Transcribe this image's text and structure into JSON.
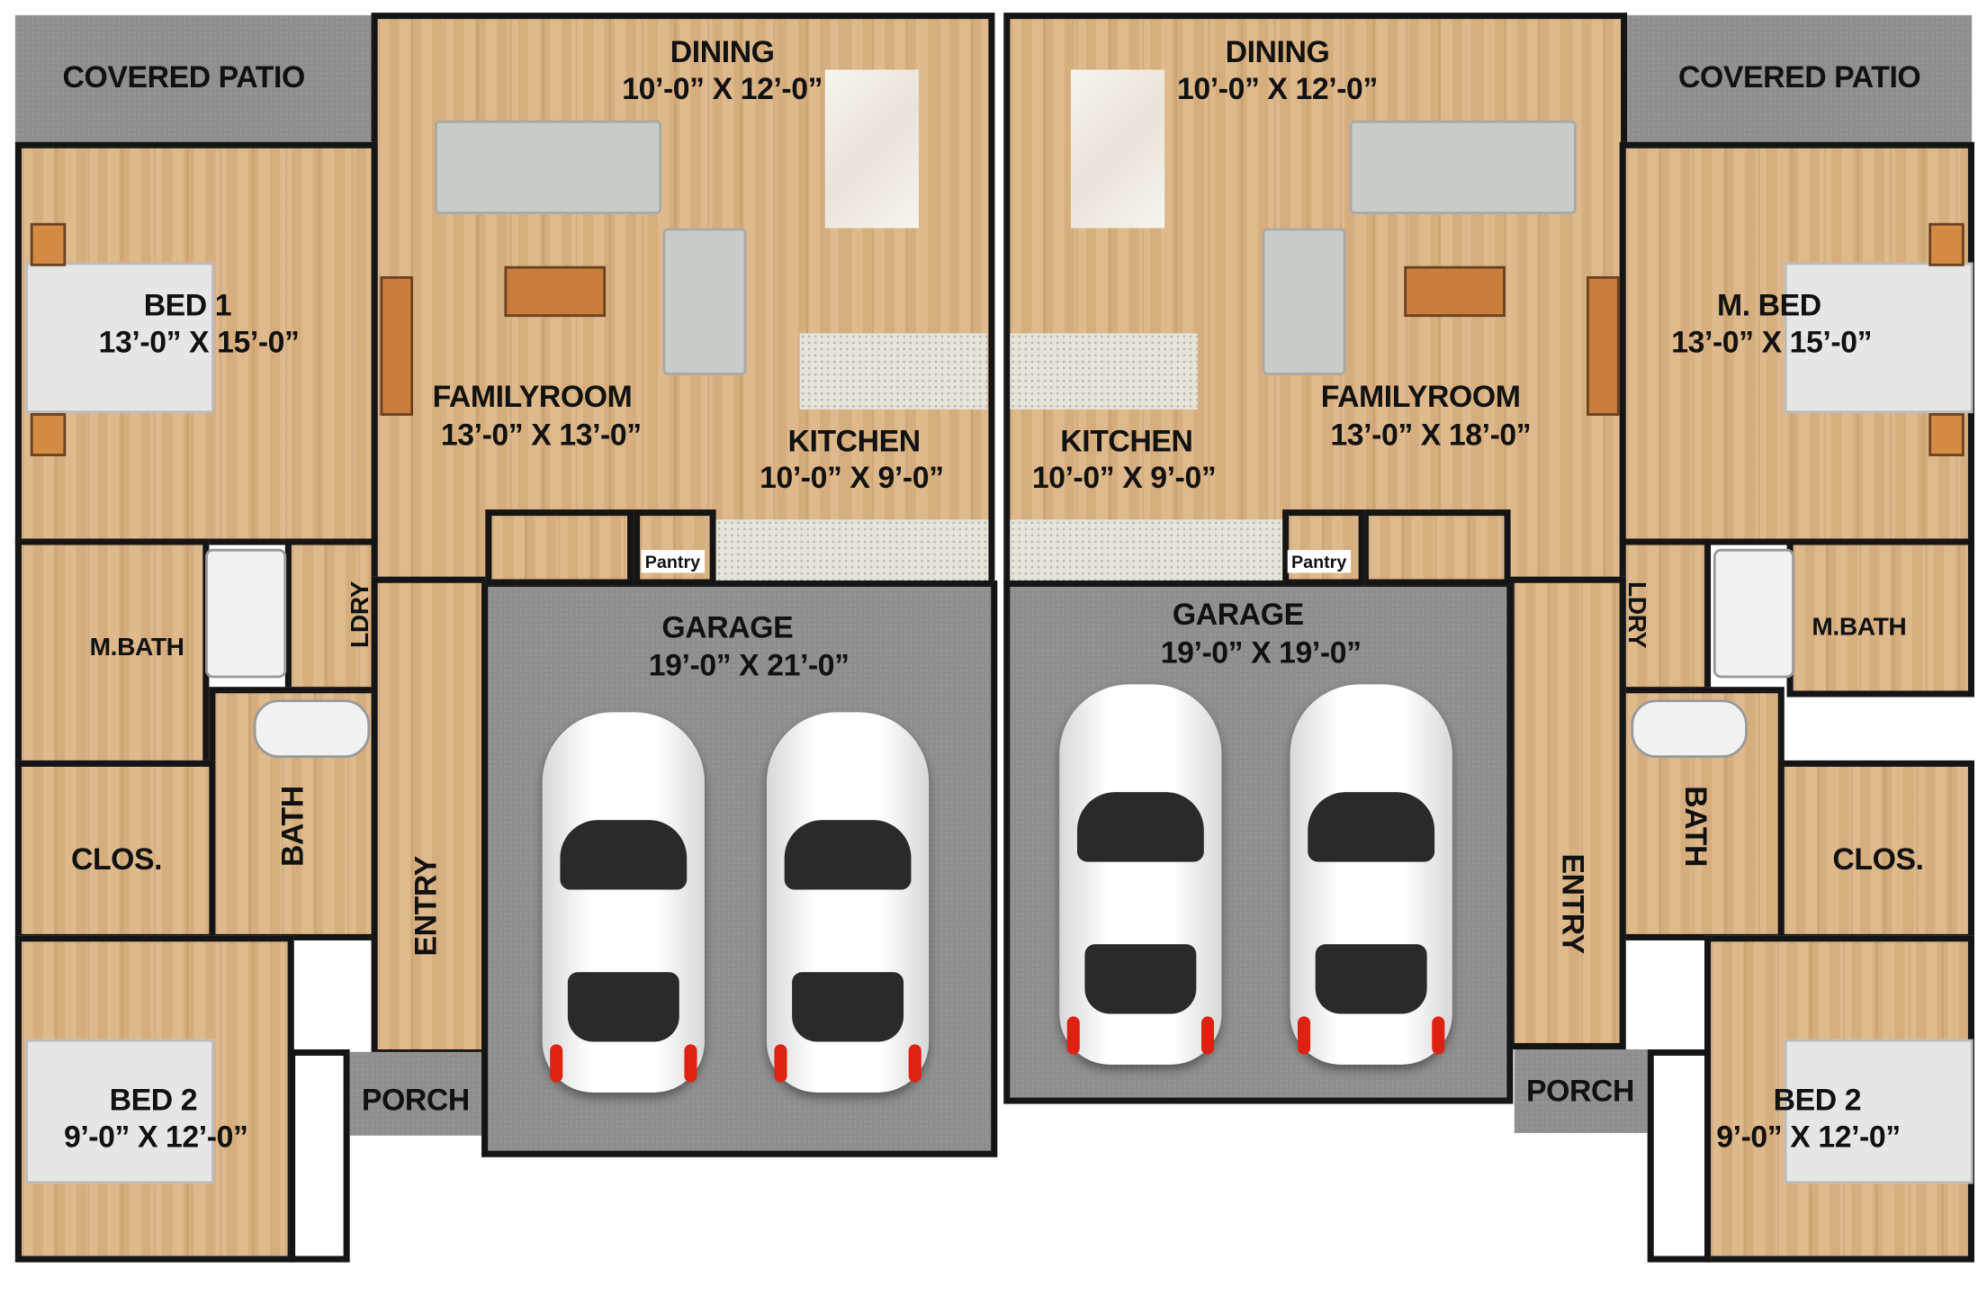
{
  "left_unit": {
    "covered_patio": "COVERED PATIO",
    "dining": {
      "name": "DINING",
      "dims": "10’-0” X 12’-0”"
    },
    "bed1": {
      "name": "BED 1",
      "dims": "13’-0” X 15’-0”"
    },
    "familyroom": {
      "name": "FAMILYROOM",
      "dims": "13’-0” X 13’-0”"
    },
    "kitchen": {
      "name": "KITCHEN",
      "dims": "10’-0” X 9’-0”"
    },
    "garage": {
      "name": "GARAGE",
      "dims": "19’-0” X 21’-0”"
    },
    "pantry": "Pantry",
    "mbath": "M.BATH",
    "ldry": "LDRY",
    "clos": "CLOS.",
    "bath": "BATH",
    "entry": "ENTRY",
    "bed2": {
      "name": "BED 2",
      "dims": "9’-0” X 12’-0”"
    },
    "porch": "PORCH"
  },
  "right_unit": {
    "covered_patio": "COVERED PATIO",
    "dining": {
      "name": "DINING",
      "dims": "10’-0” X 12’-0”"
    },
    "mbed": {
      "name": "M. BED",
      "dims": "13’-0” X 15’-0”"
    },
    "familyroom": {
      "name": "FAMILYROOM",
      "dims": "13’-0” X 18’-0”"
    },
    "kitchen": {
      "name": "KITCHEN",
      "dims": "10’-0” X 9’-0”"
    },
    "garage": {
      "name": "GARAGE",
      "dims": "19’-0” X 19’-0”"
    },
    "pantry": "Pantry",
    "mbath": "M.BATH",
    "ldry": "LDRY",
    "clos": "CLOS.",
    "bath": "BATH",
    "entry": "ENTRY",
    "bed2": {
      "name": "BED 2",
      "dims": "9’-0” X 12’-0”"
    },
    "porch": "PORCH"
  },
  "colors": {
    "wall": "#151515",
    "floor_wood": "#d6ad7c",
    "concrete": "#8e8e8e"
  }
}
